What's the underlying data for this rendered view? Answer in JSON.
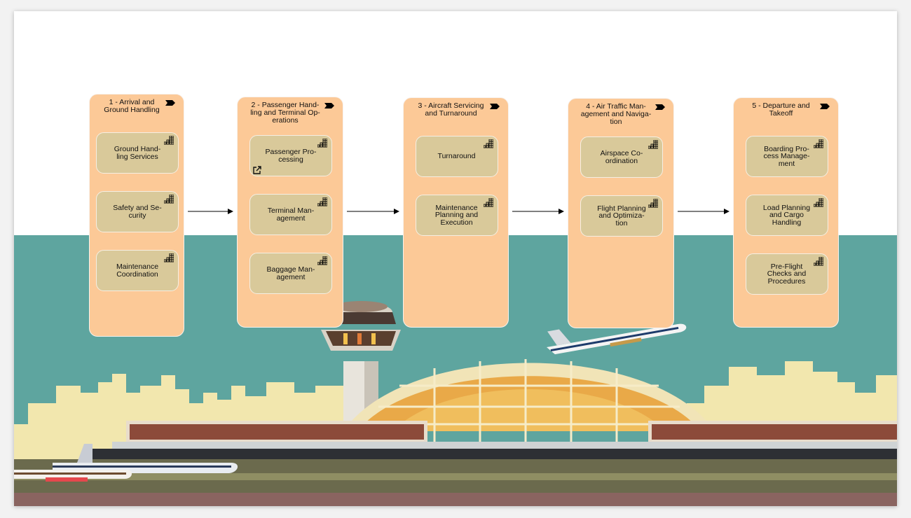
{
  "diagram": {
    "stages": [
      {
        "title": "1 - Arrival and Ground Handling",
        "title_lines": [
          "1 - Arrival and",
          "Ground Handling"
        ],
        "flag_icon": "value-stream-icon",
        "capabilities": [
          {
            "lines": [
              "Ground Hand-",
              "ling Services"
            ],
            "icon": "capability-icon"
          },
          {
            "lines": [
              "Safety and Se-",
              "curity"
            ],
            "icon": "capability-icon"
          },
          {
            "lines": [
              "Maintenance",
              "Coordination"
            ],
            "icon": "capability-icon"
          }
        ]
      },
      {
        "title": "2 - Passenger Handling and Terminal Operations",
        "title_lines": [
          "2 - Passenger Hand-",
          "ling and Terminal Op-",
          "erations"
        ],
        "flag_icon": "value-stream-icon",
        "capabilities": [
          {
            "lines": [
              "Passenger Pro-",
              "cessing"
            ],
            "icon": "capability-icon",
            "link_icon": "external-link-icon"
          },
          {
            "lines": [
              "Terminal Man-",
              "agement"
            ],
            "icon": "capability-icon"
          },
          {
            "lines": [
              "Baggage Man-",
              "agement"
            ],
            "icon": "capability-icon"
          }
        ]
      },
      {
        "title": "3 - Aircraft Servicing and Turnaround",
        "title_lines": [
          "3 - Aircraft Servicing",
          "and Turnaround"
        ],
        "flag_icon": "value-stream-icon",
        "capabilities": [
          {
            "lines": [
              "Turnaround"
            ],
            "icon": "capability-icon"
          },
          {
            "lines": [
              "Maintenance",
              "Planning and",
              "Execution"
            ],
            "icon": "capability-icon"
          }
        ]
      },
      {
        "title": "4 - Air Traffic Management and Navigation",
        "title_lines": [
          "4 - Air Traffic Man-",
          "agement and Naviga-",
          "tion"
        ],
        "flag_icon": "value-stream-icon",
        "capabilities": [
          {
            "lines": [
              "Airspace Co-",
              "ordination"
            ],
            "icon": "capability-icon"
          },
          {
            "lines": [
              "Flight Planning",
              "and Optimiza-",
              "tion"
            ],
            "icon": "capability-icon"
          }
        ]
      },
      {
        "title": "5 - Departure and Takeoff",
        "title_lines": [
          "5 - Departure and",
          "Takeoff"
        ],
        "flag_icon": "value-stream-icon",
        "capabilities": [
          {
            "lines": [
              "Boarding Pro-",
              "cess Manage-",
              "ment"
            ],
            "icon": "capability-icon"
          },
          {
            "lines": [
              "Load Planning",
              "and Cargo",
              "Handling"
            ],
            "icon": "capability-icon"
          },
          {
            "lines": [
              "Pre-Flight",
              "Checks and",
              "Procedures"
            ],
            "icon": "capability-icon"
          }
        ]
      }
    ],
    "flows": [
      {
        "from": 0,
        "to": 1
      },
      {
        "from": 1,
        "to": 2
      },
      {
        "from": 2,
        "to": 3
      },
      {
        "from": 3,
        "to": 4
      }
    ],
    "background": {
      "illustration": "airport-terminal-illustration",
      "sky_color": "#5ea59f",
      "skyline_color": "#f2e7ae",
      "stage_fill": "#fcc997",
      "capability_fill": "#d9c99a"
    }
  }
}
